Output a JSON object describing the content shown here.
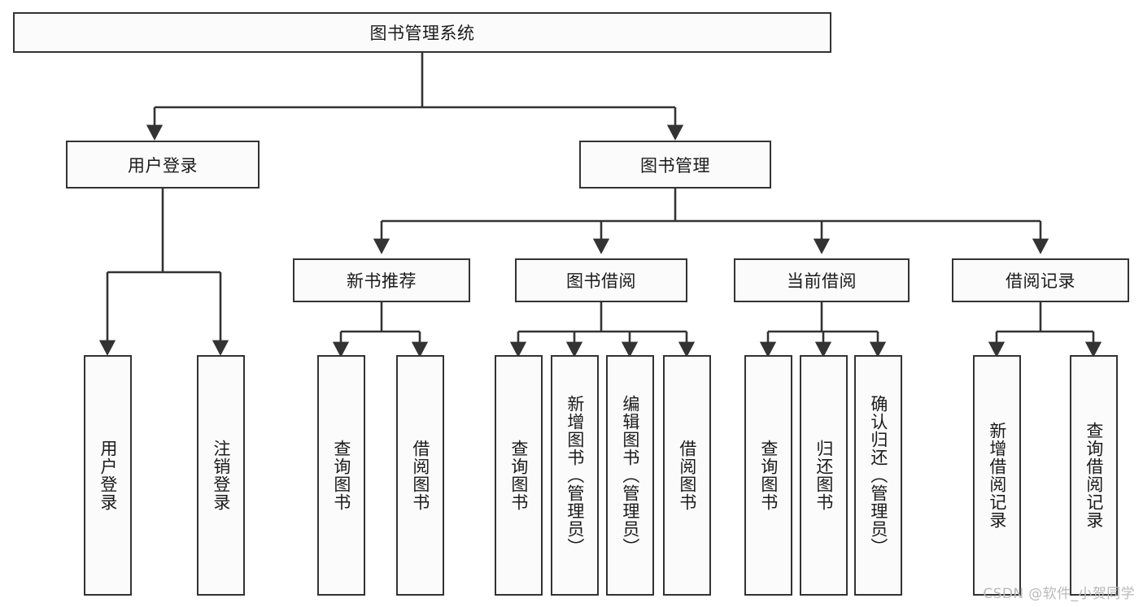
{
  "diagram": {
    "type": "tree-hierarchy-chart",
    "title": "图书管理系统",
    "watermark": "CSDN @软件_小贺同学",
    "colors": {
      "node_border": "#333333",
      "node_fill": "#fbfbfb",
      "edge": "#333333",
      "text": "#1a1a1a",
      "watermark": "#b9b9b9"
    },
    "levels": [
      {
        "level": 1,
        "nodes": [
          {
            "id": "root",
            "label": "图书管理系统",
            "orientation": "horizontal"
          }
        ]
      },
      {
        "level": 2,
        "nodes": [
          {
            "id": "user-login",
            "label": "用户登录",
            "orientation": "horizontal",
            "parent": "root"
          },
          {
            "id": "book-manage",
            "label": "图书管理",
            "orientation": "horizontal",
            "parent": "root"
          }
        ]
      },
      {
        "level": 3,
        "nodes": [
          {
            "id": "new-book-rec",
            "label": "新书推荐",
            "orientation": "horizontal",
            "parent": "book-manage"
          },
          {
            "id": "book-borrow",
            "label": "图书借阅",
            "orientation": "horizontal",
            "parent": "book-manage"
          },
          {
            "id": "current-borrow",
            "label": "当前借阅",
            "orientation": "horizontal",
            "parent": "book-manage"
          },
          {
            "id": "borrow-record",
            "label": "借阅记录",
            "orientation": "horizontal",
            "parent": "book-manage"
          }
        ]
      },
      {
        "level": 4,
        "nodes": [
          {
            "id": "leaf-user-login",
            "label": "用户登录",
            "orientation": "vertical",
            "parent": "user-login"
          },
          {
            "id": "leaf-logout",
            "label": "注销登录",
            "orientation": "vertical",
            "parent": "user-login"
          },
          {
            "id": "leaf-query-book-1",
            "label": "查询图书",
            "orientation": "vertical",
            "parent": "new-book-rec"
          },
          {
            "id": "leaf-borrow-book-1",
            "label": "借阅图书",
            "orientation": "vertical",
            "parent": "new-book-rec"
          },
          {
            "id": "leaf-query-book-2",
            "label": "查询图书",
            "orientation": "vertical",
            "parent": "book-borrow"
          },
          {
            "id": "leaf-add-book",
            "label": "新增图书（管理员）",
            "orientation": "vertical",
            "parent": "book-borrow"
          },
          {
            "id": "leaf-edit-book",
            "label": "编辑图书（管理员）",
            "orientation": "vertical",
            "parent": "book-borrow"
          },
          {
            "id": "leaf-borrow-book-2",
            "label": "借阅图书",
            "orientation": "vertical",
            "parent": "book-borrow"
          },
          {
            "id": "leaf-query-book-3",
            "label": "查询图书",
            "orientation": "vertical",
            "parent": "current-borrow"
          },
          {
            "id": "leaf-return-book",
            "label": "归还图书",
            "orientation": "vertical",
            "parent": "current-borrow"
          },
          {
            "id": "leaf-confirm-return",
            "label": "确认归还（管理员）",
            "orientation": "vertical",
            "parent": "current-borrow"
          },
          {
            "id": "leaf-add-record",
            "label": "新增借阅记录",
            "orientation": "vertical",
            "parent": "borrow-record"
          },
          {
            "id": "leaf-query-record",
            "label": "查询借阅记录",
            "orientation": "vertical",
            "parent": "borrow-record"
          }
        ]
      }
    ]
  }
}
